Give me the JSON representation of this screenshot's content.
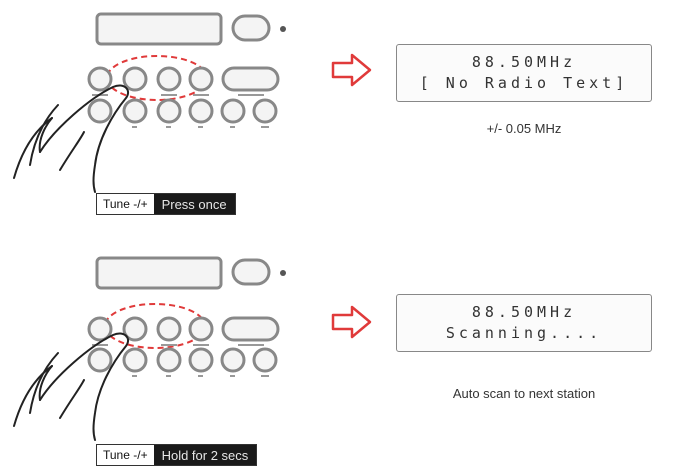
{
  "colors": {
    "accent": "#e03a3a",
    "lcd_border": "#888888",
    "text": "#333333"
  },
  "panels": [
    {
      "label_key": "Tune -/+",
      "label_action": "Press once",
      "display_line1": "88.50MHz",
      "display_line2": "[ No Radio Text]",
      "caption": "+/- 0.05 MHz"
    },
    {
      "label_key": "Tune -/+",
      "label_action": "Hold for 2 secs",
      "display_line1": "88.50MHz",
      "display_line2": "Scanning....",
      "caption": "Auto scan to next station"
    }
  ],
  "icons": [
    "radio-keypad-icon",
    "pointing-finger-icon",
    "right-arrow-icon"
  ]
}
